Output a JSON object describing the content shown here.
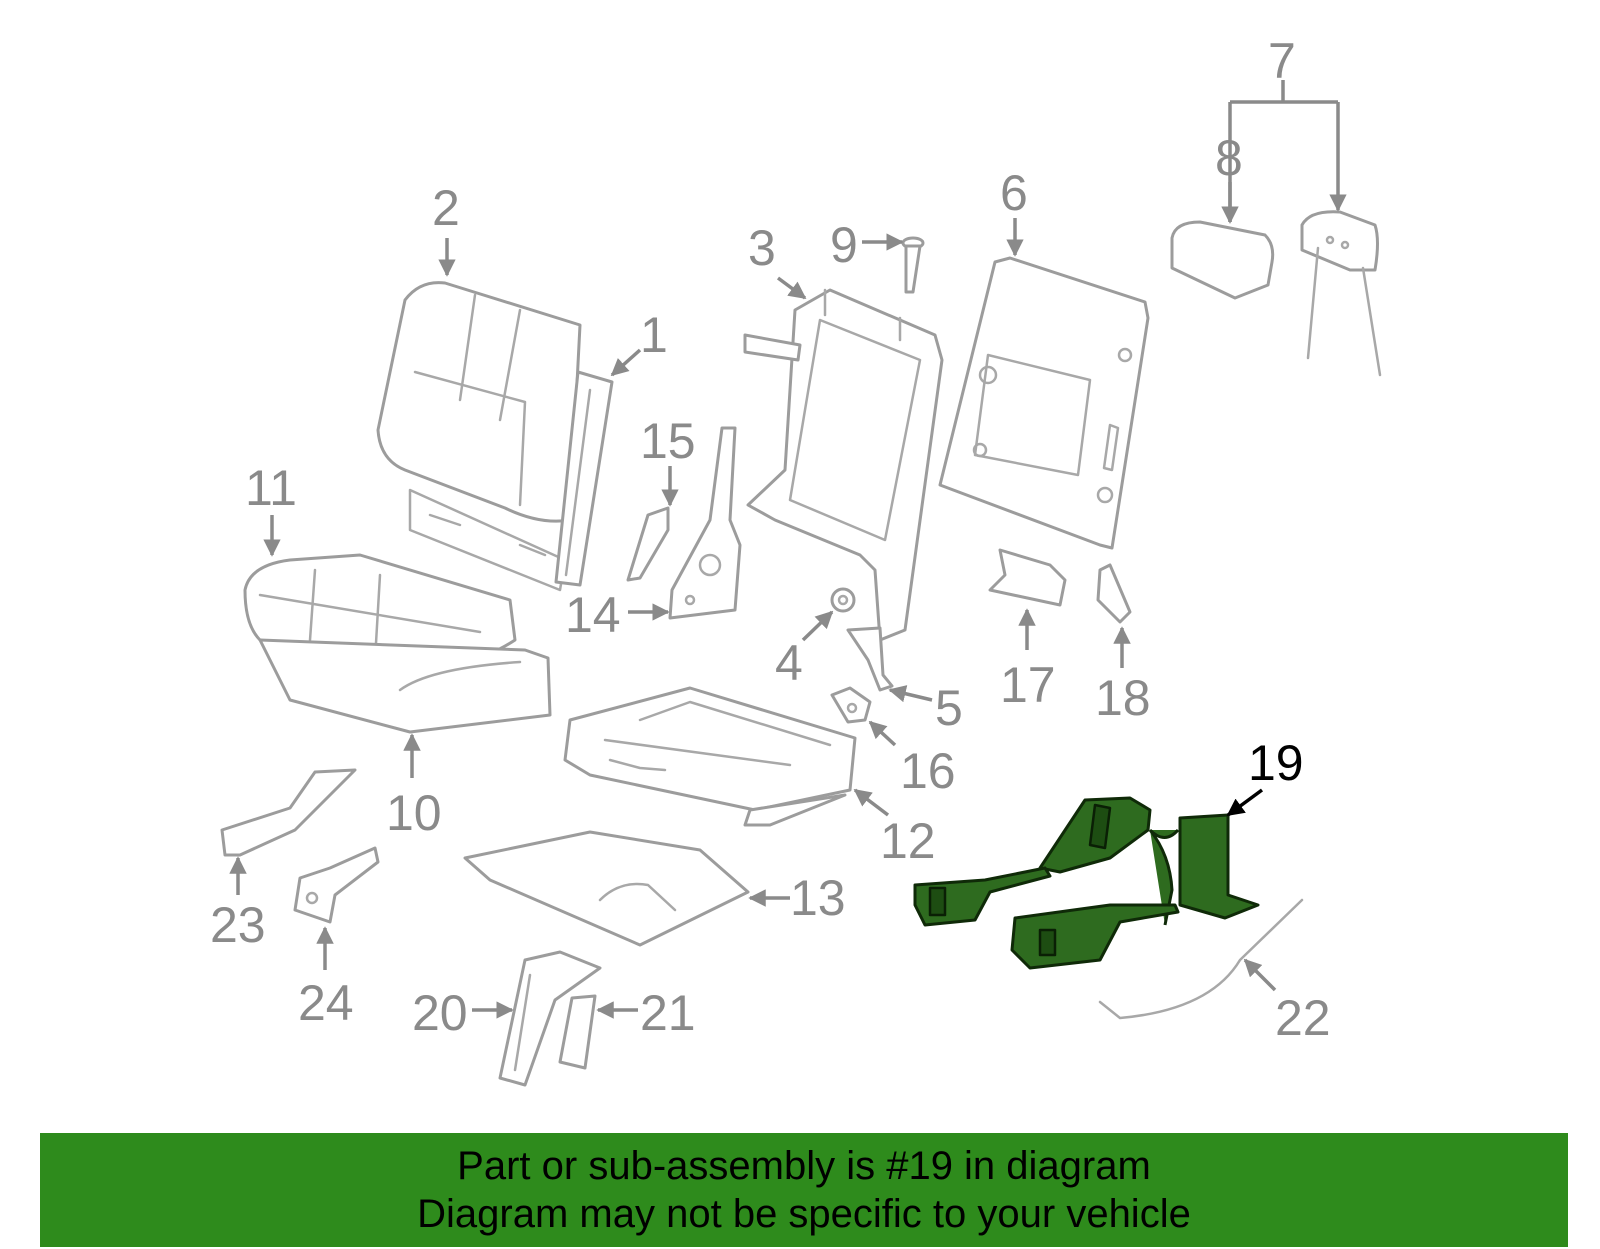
{
  "diagram": {
    "labels": {
      "p1": "1",
      "p2": "2",
      "p3": "3",
      "p4": "4",
      "p5": "5",
      "p6": "6",
      "p7": "7",
      "p8": "8",
      "p9": "9",
      "p10": "10",
      "p11": "11",
      "p12": "12",
      "p13": "13",
      "p14": "14",
      "p15": "15",
      "p16": "16",
      "p17": "17",
      "p18": "18",
      "p19": "19",
      "p20": "20",
      "p21": "21",
      "p22": "22",
      "p23": "23",
      "p24": "24"
    },
    "highlight_color": "#2e6b1f"
  },
  "banner": {
    "line1": "Part or sub-assembly is #19 in diagram",
    "line2": "Diagram may not be specific to your vehicle",
    "background": "#2e8b1c"
  }
}
